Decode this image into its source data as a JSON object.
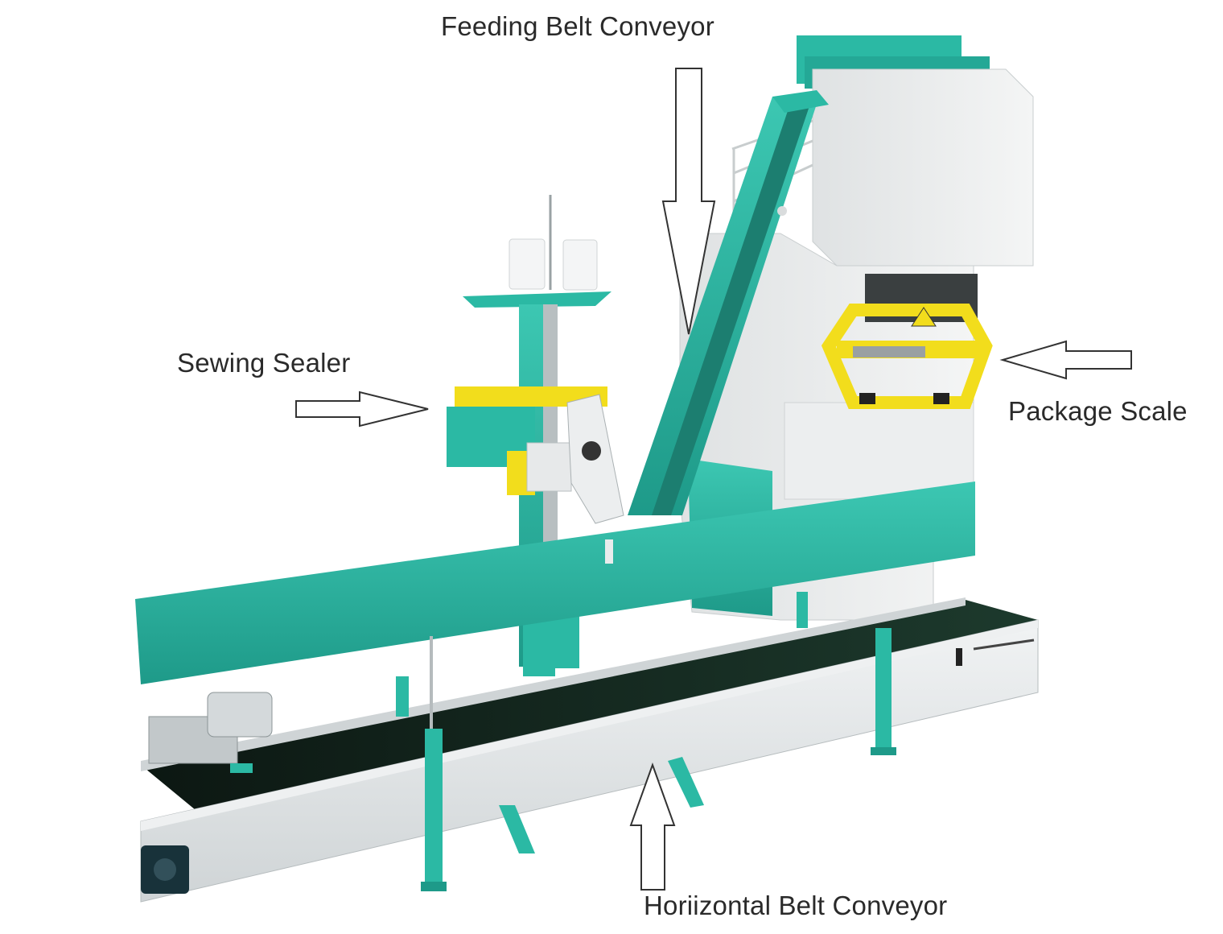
{
  "labels": {
    "feeding": "Feeding Belt Conveyor",
    "sewing": "Sewing Sealer",
    "package": "Package Scale",
    "horizontal": "Horiizontal Belt Conveyor"
  },
  "colors": {
    "teal": "#2bb9a4",
    "teal_dark": "#1f8f80",
    "yellow": "#f2dd1c",
    "silver": "#e6e9ea",
    "belt": "#102219",
    "arrow_stroke": "#333333"
  }
}
